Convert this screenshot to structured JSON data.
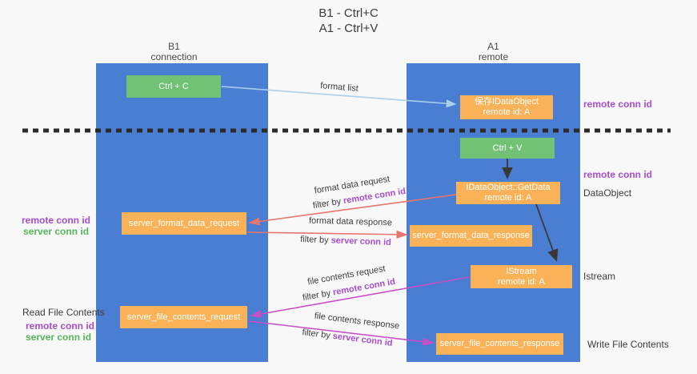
{
  "title": {
    "line1": "B1 - Ctrl+C",
    "line2": "A1 - Ctrl+V"
  },
  "lanes": {
    "left": {
      "name": "B1",
      "role": "connection"
    },
    "right": {
      "name": "A1",
      "role": "remote"
    }
  },
  "nodes": {
    "ctrl_c": {
      "label": "Ctrl + C"
    },
    "ctrl_v": {
      "label": "Ctrl + V"
    },
    "save_obj": {
      "line1": "保存IDataObject",
      "line2": "remote id: A"
    },
    "getdata": {
      "line1": "IDataObject::GetData",
      "line2": "remote id: A"
    },
    "fmt_req": {
      "label": "server_format_data_request"
    },
    "fmt_res": {
      "label": "server_format_data_response"
    },
    "istream": {
      "line1": "IStream",
      "line2": "remote id: A"
    },
    "file_req": {
      "label": "server_file_contents_request"
    },
    "file_res": {
      "label": "server_file_contents_response"
    }
  },
  "edge_labels": {
    "format_list": "format list",
    "fmt_req_text": "format data request",
    "fmt_req_filter_prefix": "filter by ",
    "fmt_req_filter_key": "remote conn id",
    "fmt_res_text": "format data response",
    "fmt_res_filter_prefix": "filter by ",
    "fmt_res_filter_key": "server conn id",
    "file_req_text": "file contents request",
    "file_req_filter_prefix": "filter by ",
    "file_req_filter_key": "remote conn id",
    "file_res_text": "file contents response",
    "file_res_filter_prefix": "filter by ",
    "file_res_filter_key": "server conn id"
  },
  "side_labels": {
    "right_remote_conn_top": "remote conn id",
    "right_remote_conn_mid": "remote conn id",
    "right_dataobject": "DataObject",
    "right_istream": "Istream",
    "right_write": "Write File Contents",
    "left_remote_conn_1": "remote conn id",
    "left_server_conn_1": "server conn id",
    "left_read": "Read File Contents",
    "left_remote_conn_2": "remote conn id",
    "left_server_conn_2": "server conn id"
  },
  "edges": [
    {
      "from": "ctrl_c",
      "to": "save_obj",
      "color": "blue",
      "label": "format list"
    },
    {
      "from": "ctrl_v",
      "to": "getdata",
      "color": "black"
    },
    {
      "from": "getdata",
      "to": "istream",
      "color": "black"
    },
    {
      "from": "getdata",
      "to": "fmt_req",
      "color": "red",
      "label": "format data request / filter by remote conn id"
    },
    {
      "from": "fmt_req",
      "to": "fmt_res",
      "color": "red",
      "label": "format data response / filter by server conn id"
    },
    {
      "from": "istream",
      "to": "file_req",
      "color": "magenta",
      "label": "file contents request / filter by remote conn id"
    },
    {
      "from": "file_req",
      "to": "file_res",
      "color": "magenta",
      "label": "file contents response / filter by server conn id"
    }
  ],
  "colors": {
    "lane": "#4a7ed2",
    "node": "#f9b257",
    "key": "#72c276",
    "arrow_blue": "#aacfec",
    "arrow_black": "#383838",
    "arrow_red": "#e8756b",
    "arrow_magenta": "#c94ec9",
    "text_purple": "#a54fcb",
    "text_green": "#55b65c",
    "text_dark": "#3c3c3c",
    "bg": "#f8f8f8"
  }
}
